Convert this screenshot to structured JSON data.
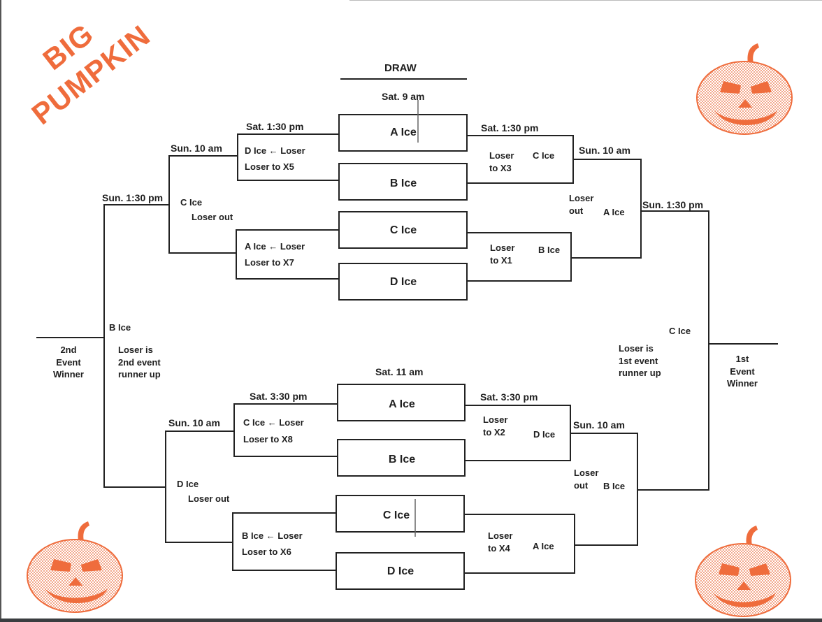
{
  "title": {
    "line1": "BIG",
    "line2": "PUMPKIN",
    "color": "#ef6c3c"
  },
  "draw": {
    "heading": "DRAW"
  },
  "colors": {
    "pumpkin": "#ef6c3c",
    "line": "#222222"
  },
  "top_half": {
    "draw_time": "Sat.  9 am",
    "draw_boxes": [
      "A Ice",
      "B Ice",
      "C Ice",
      "D Ice"
    ],
    "left": {
      "r1_time": "Sat.  1:30 pm",
      "r1_upper": {
        "line1": "D Ice  ← Loser",
        "line2": "Loser to X5"
      },
      "r1_lower": {
        "line1": "A Ice  ← Loser",
        "line2": "Loser to X7"
      },
      "r2_time": "Sun.  10 am",
      "r2_text": {
        "line1": "C Ice",
        "line2": "Loser out"
      },
      "final_time": "Sun.  1:30 pm"
    },
    "right": {
      "r1_time": "Sat.  1:30 pm",
      "r1_upper": {
        "loser": "Loser\nto X3",
        "ice": "C Ice"
      },
      "r1_lower": {
        "loser": "Loser\nto X1",
        "ice": "B Ice"
      },
      "r2_time": "Sun.  10 am",
      "r2_text": {
        "loser": "Loser\nout",
        "ice": "A Ice"
      },
      "final_time": "Sun.  1:30 pm"
    }
  },
  "bottom_half": {
    "draw_time": "Sat.   11 am",
    "draw_boxes": [
      "A Ice",
      "B Ice",
      "C Ice",
      "D Ice"
    ],
    "left": {
      "r1_time": "Sat.  3:30 pm",
      "r1_upper": {
        "line1": "C Ice  ← Loser",
        "line2": "Loser to X8"
      },
      "r1_lower": {
        "line1": "B Ice  ← Loser",
        "line2": "Loser to X6"
      },
      "r2_time": "Sun.  10 am",
      "r2_text": {
        "line1": "D Ice",
        "line2": "Loser out"
      }
    },
    "right": {
      "r1_time": "Sat.  3:30 pm",
      "r1_upper": {
        "loser": "Loser\nto X2",
        "ice": "D Ice"
      },
      "r1_lower": {
        "loser": "Loser\nto X4",
        "ice": "A Ice"
      },
      "r2_time": "Sun.  10 am",
      "r2_text": {
        "loser": "Loser\nout",
        "ice": "B Ice"
      }
    }
  },
  "finals": {
    "left": {
      "ice": "B Ice",
      "loser_note": "Loser is\n2nd event\nrunner up",
      "winner": "2nd\nEvent\nWinner"
    },
    "right": {
      "ice": "C Ice",
      "loser_note": "Loser is\n1st event\nrunner up",
      "winner": "1st\nEvent\nWinner"
    }
  },
  "decorations": {
    "pumpkins": [
      "pumpkin-top-right",
      "pumpkin-bottom-left",
      "pumpkin-bottom-right"
    ]
  }
}
